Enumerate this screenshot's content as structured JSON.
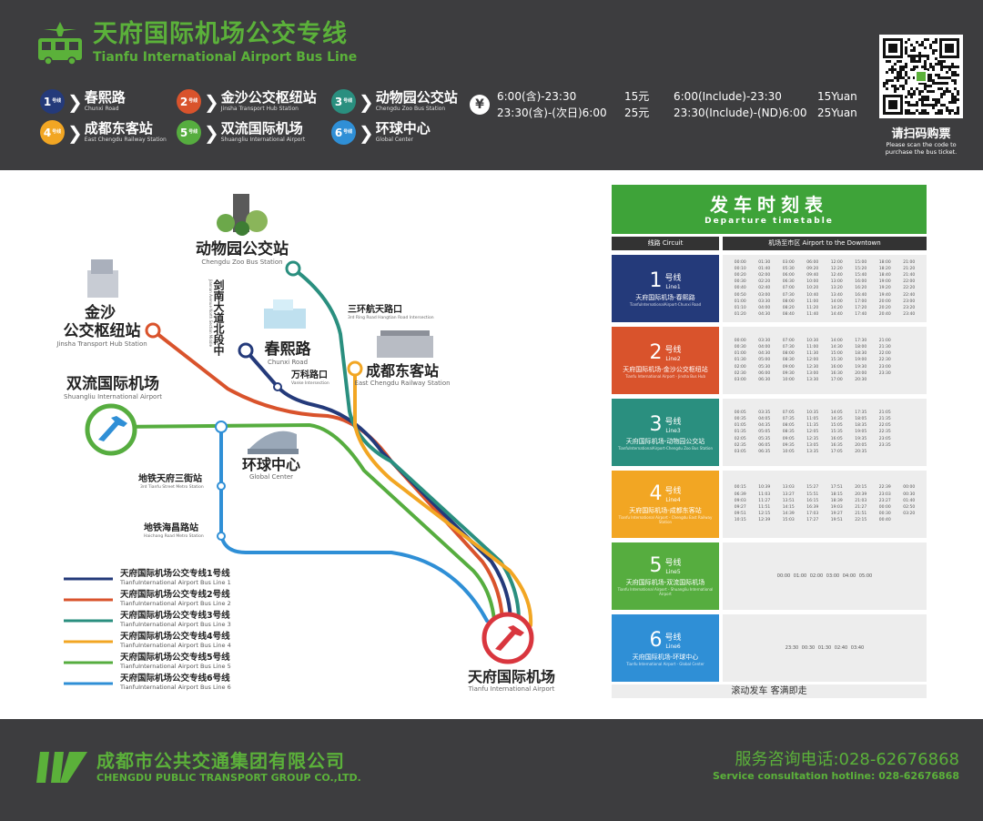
{
  "header": {
    "title_cn": "天府国际机场公交专线",
    "title_en": "Tianfu International Airport Bus Line",
    "lines": [
      {
        "num": "1",
        "suffix": "号线",
        "cn": "春熙路",
        "en": "Chunxi Road",
        "color": "#243a7a"
      },
      {
        "num": "2",
        "suffix": "号线",
        "cn": "金沙公交枢纽站",
        "en": "Jinsha Transport Hub Station",
        "color": "#d9532c"
      },
      {
        "num": "3",
        "suffix": "号线",
        "cn": "动物园公交站",
        "en": "Chengdu Zoo Bus Station",
        "color": "#2a8f7f"
      },
      {
        "num": "4",
        "suffix": "号线",
        "cn": "成都东客站",
        "en": "East Chengdu Railway Station",
        "color": "#f2a623"
      },
      {
        "num": "5",
        "suffix": "号线",
        "cn": "双流国际机场",
        "en": "Shuangliu International Airport",
        "color": "#56ad3f"
      },
      {
        "num": "6",
        "suffix": "号线",
        "cn": "环球中心",
        "en": "Global Center",
        "color": "#2f8fd6"
      }
    ],
    "fare": {
      "symbol": "¥",
      "rows": [
        {
          "time_cn": "6:00(含)-23:30",
          "price_cn": "15元",
          "time_en": "6:00(Include)-23:30",
          "price_en": "15Yuan"
        },
        {
          "time_cn": "23:30(含)-(次日)6:00",
          "price_cn": "25元",
          "time_en": "23:30(Include)-(ND)6:00",
          "price_en": "25Yuan"
        }
      ]
    },
    "qr": {
      "label_cn": "请扫码购票",
      "label_en_1": "Please scan the code to",
      "label_en_2": "purchase the bus ticket."
    }
  },
  "map": {
    "stations": {
      "zoo": {
        "cn": "动物园公交站",
        "en": "Chengdu Zoo Bus Station"
      },
      "jinsha_1": "金沙",
      "jinsha_2": "公交枢纽站",
      "jinsha_en": "Jinsha Transport Hub Station",
      "chunxi": {
        "cn": "春熙路",
        "en": "Chunxi Road"
      },
      "east": {
        "cn": "成都东客站",
        "en": "East Chengdu Railway Station"
      },
      "shuangliu": {
        "cn": "双流国际机场",
        "en": "Shuangliu International Airport"
      },
      "global": {
        "cn": "环球中心",
        "en": "Global Center"
      },
      "tianfu": {
        "cn": "天府国际机场",
        "en": "Tianfu International Airport"
      },
      "sanhuan": {
        "cn": "三环航天路口",
        "en": "3rd Ring Road Hangtian Road Intersection"
      },
      "vanke": {
        "cn": "万科路口",
        "en": "Vanke Intersection"
      },
      "jiannan": {
        "cn": "剑南大道北段中",
        "en": "Jiannan Avenue North Section Middle"
      },
      "tianfu3": {
        "cn": "地铁天府三街站",
        "en": "3rd Tianfu Street Metro Station"
      },
      "haichang": {
        "cn": "地铁海昌路站",
        "en": "Haichang Road Metro Station"
      }
    },
    "legend": [
      {
        "cn": "天府国际机场公交专线1号线",
        "en": "TianfuInternational Airport Bus Line 1",
        "color": "#243a7a"
      },
      {
        "cn": "天府国际机场公交专线2号线",
        "en": "TianfuInternational Airport Bus Line 2",
        "color": "#d9532c"
      },
      {
        "cn": "天府国际机场公交专线3号线",
        "en": "TianfuInternational Airport Bus Line 3",
        "color": "#2a8f7f"
      },
      {
        "cn": "天府国际机场公交专线4号线",
        "en": "TianfuInternational Airport Bus Line 4",
        "color": "#f2a623"
      },
      {
        "cn": "天府国际机场公交专线5号线",
        "en": "TianfuInternational Airport Bus Line 5",
        "color": "#56ad3f"
      },
      {
        "cn": "天府国际机场公交专线6号线",
        "en": "TianfuInternational Airport Bus Line 6",
        "color": "#2f8fd6"
      }
    ]
  },
  "timetable": {
    "title_cn": "发车时刻表",
    "title_en": "Departure timetable",
    "col_line": "线路 Circuit",
    "col_dir": "机场至市区 Airport to the Downtown",
    "footer": "滚动发车 客满即走",
    "rows": [
      {
        "num": "1",
        "hao": "号线",
        "line_en": "Line1",
        "route_cn": "天府国际机场-春熙路",
        "route_en": "TianfuInternationalAirport-Chunxi Road",
        "color": "#243a7a",
        "times": [
          "00:00",
          "01:30",
          "03:00",
          "06:00",
          "12:00",
          "15:00",
          "18:00",
          "21:00",
          "00:10",
          "01:40",
          "05:30",
          "09:20",
          "12:20",
          "15:20",
          "18:20",
          "21:20",
          "00:20",
          "02:00",
          "06:00",
          "09:40",
          "12:40",
          "15:40",
          "18:40",
          "21:40",
          "00:30",
          "02:20",
          "06:30",
          "10:00",
          "13:00",
          "16:00",
          "19:00",
          "22:00",
          "00:40",
          "02:40",
          "07:00",
          "10:20",
          "13:20",
          "16:20",
          "19:20",
          "22:20",
          "00:50",
          "03:00",
          "07:30",
          "10:40",
          "13:40",
          "16:40",
          "19:40",
          "22:40",
          "01:00",
          "03:30",
          "08:00",
          "11:00",
          "14:00",
          "17:00",
          "20:00",
          "23:00",
          "01:10",
          "04:00",
          "08:20",
          "11:20",
          "14:20",
          "17:20",
          "20:20",
          "23:20",
          "01:20",
          "04:30",
          "08:40",
          "11:40",
          "14:40",
          "17:40",
          "20:40",
          "23:40"
        ]
      },
      {
        "num": "2",
        "hao": "号线",
        "line_en": "Line2",
        "route_cn": "天府国际机场-金沙公交枢纽站",
        "route_en": "Tianfu International Airport - Jinsha Bus Hub",
        "color": "#d9532c",
        "times": [
          "00:00",
          "03:30",
          "07:00",
          "10:30",
          "14:00",
          "17:30",
          "21:00",
          "",
          "00:30",
          "04:00",
          "07:30",
          "11:00",
          "14:30",
          "18:00",
          "21:30",
          "",
          "01:00",
          "04:30",
          "08:00",
          "11:30",
          "15:00",
          "18:30",
          "22:00",
          "",
          "01:30",
          "05:00",
          "08:30",
          "12:00",
          "15:30",
          "19:00",
          "22:30",
          "",
          "02:00",
          "05:30",
          "09:00",
          "12:30",
          "16:00",
          "19:30",
          "23:00",
          "",
          "02:30",
          "06:00",
          "09:30",
          "13:00",
          "16:30",
          "20:00",
          "23:30",
          "",
          "03:00",
          "06:30",
          "10:00",
          "13:30",
          "17:00",
          "20:30",
          "",
          ""
        ]
      },
      {
        "num": "3",
        "hao": "号线",
        "line_en": "Line3",
        "route_cn": "天府国际机场-动物园公交站",
        "route_en": "TianfuInternationalAirport-Chengdu Zoo Bus Station",
        "color": "#2a8f7f",
        "times": [
          "00:05",
          "03:35",
          "07:05",
          "10:35",
          "14:05",
          "17:35",
          "21:05",
          "",
          "00:35",
          "04:05",
          "07:35",
          "11:05",
          "14:35",
          "18:05",
          "21:35",
          "",
          "01:05",
          "04:35",
          "08:05",
          "11:35",
          "15:05",
          "18:35",
          "22:05",
          "",
          "01:35",
          "05:05",
          "08:35",
          "12:05",
          "15:35",
          "19:05",
          "22:35",
          "",
          "02:05",
          "05:35",
          "09:05",
          "12:35",
          "16:05",
          "19:35",
          "23:05",
          "",
          "02:35",
          "06:05",
          "09:35",
          "13:05",
          "16:35",
          "20:05",
          "23:35",
          "",
          "03:05",
          "06:35",
          "10:05",
          "13:35",
          "17:05",
          "20:35",
          "",
          ""
        ]
      },
      {
        "num": "4",
        "hao": "号线",
        "line_en": "Line4",
        "route_cn": "天府国际机场-成都东客站",
        "route_en": "Tianfu International Airport - Chengdu East Railway Station",
        "color": "#f2a623",
        "times": [
          "00:15",
          "10:39",
          "13:03",
          "15:27",
          "17:51",
          "20:15",
          "22:39",
          "00:00",
          "06:39",
          "11:03",
          "13:27",
          "15:51",
          "18:15",
          "20:39",
          "23:03",
          "00:30",
          "09:03",
          "11:27",
          "13:51",
          "16:15",
          "18:39",
          "21:03",
          "23:27",
          "01:40",
          "09:27",
          "11:51",
          "14:15",
          "16:39",
          "19:03",
          "21:27",
          "00:00",
          "02:50",
          "09:51",
          "12:15",
          "14:39",
          "17:03",
          "19:27",
          "21:51",
          "00:30",
          "03:20",
          "10:15",
          "12:39",
          "15:03",
          "17:27",
          "19:51",
          "22:15",
          "00:40",
          ""
        ]
      },
      {
        "num": "5",
        "hao": "号线",
        "line_en": "Line5",
        "route_cn": "天府国际机场-双流国际机场",
        "route_en": "Tianfu International Airport - Shuangliu International Airport",
        "color": "#56ad3f",
        "flat": "00:00  01:00  02:00  03:00  04:00  05:00"
      },
      {
        "num": "6",
        "hao": "号线",
        "line_en": "Line6",
        "route_cn": "天府国际机场-环球中心",
        "route_en": "Tianfu International Airport - Global Center",
        "color": "#2f8fd6",
        "flat": "23:30  00:30  01:30  02:40  03:40"
      }
    ]
  },
  "footer": {
    "company_cn": "成都市公共交通集团有限公司",
    "company_en": "CHENGDU PUBLIC TRANSPORT GROUP CO.,LTD.",
    "hotline_cn": "服务咨询电话:028-62676868",
    "hotline_en": "Service consultation hotline: 028-62676868"
  },
  "colors": {
    "green": "#5bb13a",
    "dark": "#3d3d3f",
    "map_red": "#d9363e"
  }
}
